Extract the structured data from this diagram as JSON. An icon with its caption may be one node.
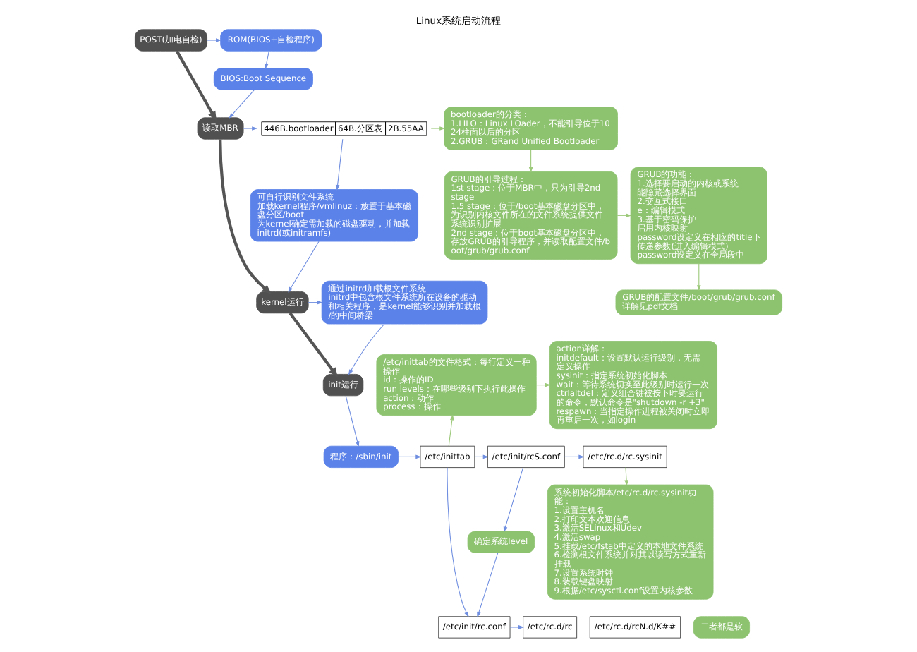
{
  "diagram": {
    "title": "Linux系统启动流程",
    "nodes": [
      {
        "text": [
          "POST(加电自检)"
        ]
      },
      {
        "text": [
          "ROM(BIOS+自检程序)"
        ]
      },
      {
        "text": [
          "BIOS:Boot Sequence"
        ]
      },
      {
        "text": [
          "读取MBR"
        ]
      },
      {
        "text": [
          "446B.bootloader",
          "64B.分区表",
          "2B.55AA"
        ]
      },
      {
        "text": [
          "bootloader的分类：",
          "1.LILO：Linux LOader，不能引导位于1024柱面以后的分区",
          "2.GRUB：GRand Unified Bootloader"
        ]
      },
      {
        "text": [
          "GRUB的引导过程：",
          "1st stage：位于MBR中，只为引导2nd stage",
          "1.5 stage：位于/boot基本磁盘分区中，为识别内核文件所在的文件系统提供文件系统识别扩展",
          "2nd stage：位于boot基本磁盘分区中，存放GRUB的引导程序，并读取配置文件/boot/grub/grub.conf"
        ]
      },
      {
        "text": [
          "GRUB的功能：",
          "1.选择要启动的内核或系统",
          "能隐藏选择界面",
          "2.交互式接口",
          "e：编辑模式",
          "3.基于密码保护",
          "启用内核映射",
          "password设定义在相应的title下",
          "传递参数(进入编辑模式)",
          "password设定义在全局段中"
        ]
      },
      {
        "text": [
          "GRUB的配置文件/boot/grub/grub.conf",
          "详解见pdf文档"
        ]
      },
      {
        "text": [
          "可自行识别文件系统",
          "加载kernel程序/vmlinuz：放置于基本磁盘分区/boot",
          "为kernel确定需加载的磁盘驱动，并加载initrd(或initramfs)"
        ]
      },
      {
        "text": [
          "kernel运行"
        ]
      },
      {
        "text": [
          "通过initrd加载根文件系统",
          "initrd中包含根文件系统所在设备的驱动和相关程序，是kernel能够识别并加载根/的中间桥梁"
        ]
      },
      {
        "text": [
          "init运行"
        ]
      },
      {
        "text": [
          "程序：/sbin/init"
        ]
      },
      {
        "text": [
          "/etc/inittab"
        ]
      },
      {
        "text": [
          "/etc/init/rcS.conf"
        ]
      },
      {
        "text": [
          "确定系统level"
        ]
      },
      {
        "text": [
          "/etc/init/rc.conf"
        ]
      },
      {
        "text": [
          "/etc/rc.d/rc.sysinit"
        ]
      },
      {
        "text": [
          "/etc/rc.d/rc"
        ]
      },
      {
        "text": [
          "/etc/rc.d/rcN.d/K##"
        ]
      },
      {
        "text": [
          "二者都是软"
        ]
      },
      {
        "text": [
          "/etc/inittab的文件格式：每行定义一种操作",
          "id：操作的ID",
          "run levels：在哪些级别下执行此操作",
          "action：动作",
          "process：操作"
        ]
      },
      {
        "text": [
          "action详解：",
          "initdefault：设置默认运行级别，无需定义操作",
          "sysinit：指定系统初始化脚本",
          "wait：等待系统切换至此级别时运行一次",
          "ctrlaltdel：定义组合键被按下时要运行的命令，默认命令是\"shutdown -r +3\"",
          "respawn：当指定操作进程被关闭时立即再重启一次，如login"
        ]
      },
      {
        "text": [
          "系统初始化脚本/etc/rc.d/rc.sysinit功能：",
          "1.设置主机名",
          "2.打印文本欢迎信息",
          "3.激活SELinux和Udev",
          "4.激活swap",
          "5.挂载/etc/fstab中定义的本地文件系统",
          "6.检测根文件系统并对其以读写方式重新挂载",
          "7.设置系统时钟",
          "8.装载键盘映射",
          "9.根据/etc/sysctl.conf设置内核参数"
        ]
      }
    ],
    "edges": [
      {
        "from": 0,
        "to": 1,
        "arrow": "to"
      },
      {
        "from": 0,
        "to": 3,
        "arrow": "to",
        "style": "thick",
        "color": "#555555"
      },
      {
        "from": 1,
        "to": 2,
        "arrow": "to"
      },
      {
        "from": 2,
        "to": 3,
        "arrow": "to"
      },
      {
        "from": 3,
        "to": 4,
        "arrow": "to"
      },
      {
        "from": 4,
        "to": 5,
        "arrow": "to",
        "color": "#9cc97a"
      },
      {
        "from": 5,
        "to": 6,
        "arrow": "to",
        "color": "#9cc97a"
      },
      {
        "from": 6,
        "to": 7,
        "arrow": "to",
        "color": "#9cc97a"
      },
      {
        "from": 7,
        "to": 8,
        "arrow": "to",
        "color": "#9cc97a"
      },
      {
        "from": 4,
        "to": 9,
        "arrow": "to"
      },
      {
        "from": 3,
        "to": 10,
        "arrow": "to",
        "style": "thick",
        "color": "#555555"
      },
      {
        "from": 9,
        "to": 10,
        "arrow": "to"
      },
      {
        "from": 10,
        "to": 11,
        "arrow": "to"
      },
      {
        "from": 11,
        "to": 12,
        "arrow": "to"
      },
      {
        "from": 10,
        "to": 12,
        "arrow": "to",
        "style": "thick",
        "color": "#555555"
      },
      {
        "from": 12,
        "to": 13,
        "arrow": "to"
      },
      {
        "from": 13,
        "to": 14,
        "arrow": "to"
      },
      {
        "from": 14,
        "to": 15,
        "arrow": "to"
      },
      {
        "from": 14,
        "to": 17,
        "arrow": "to"
      },
      {
        "from": 14,
        "to": 22,
        "arrow": "to",
        "color": "#9cc97a"
      },
      {
        "from": 15,
        "to": 16,
        "arrow": "to"
      },
      {
        "from": 16,
        "to": 17,
        "arrow": "to"
      },
      {
        "from": 15,
        "to": 18,
        "arrow": "to"
      },
      {
        "from": 17,
        "to": 19,
        "arrow": "to"
      },
      {
        "from": 22,
        "to": 23,
        "arrow": "to",
        "color": "#9cc97a"
      },
      {
        "from": 18,
        "to": 24,
        "arrow": "to",
        "color": "#9cc97a"
      }
    ]
  }
}
